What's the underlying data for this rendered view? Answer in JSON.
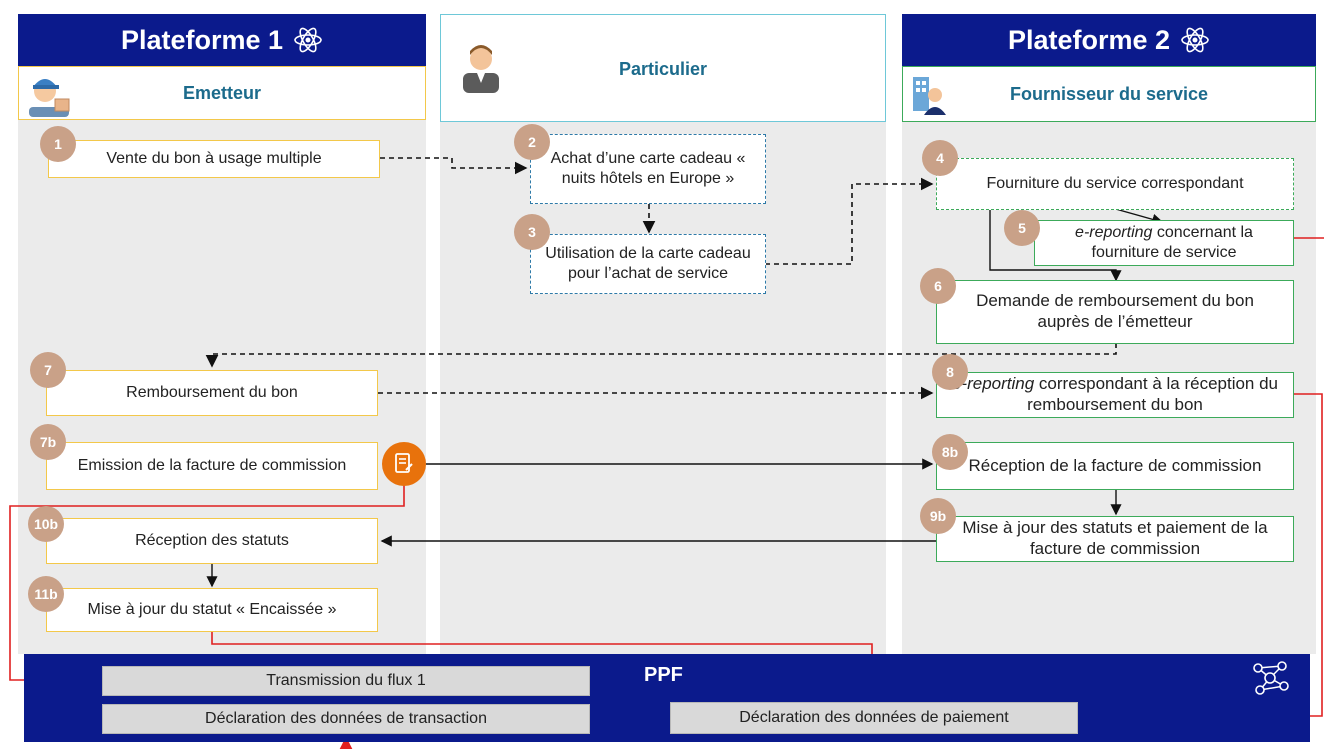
{
  "columns": {
    "platform1": {
      "title": "Plateforme 1",
      "role": "Emetteur"
    },
    "particulier": {
      "title": "Particulier"
    },
    "platform2": {
      "title": "Plateforme 2",
      "role": "Fournisseur du service"
    }
  },
  "steps": [
    {
      "id": "s1",
      "badge": "1",
      "text": "Vente du bon à usage multiple"
    },
    {
      "id": "s2",
      "badge": "2",
      "text": "Achat d’une carte cadeau « nuits hôtels en Europe »"
    },
    {
      "id": "s3",
      "badge": "3",
      "text": "Utilisation de la carte cadeau pour l’achat de service"
    },
    {
      "id": "s4",
      "badge": "4",
      "text": "Fourniture du service correspondant"
    },
    {
      "id": "s5",
      "badge": "5",
      "italic": "e-reporting",
      "text": " concernant la fourniture de service"
    },
    {
      "id": "s6",
      "badge": "6",
      "text": "Demande de remboursement du bon auprès de l’émetteur"
    },
    {
      "id": "s7",
      "badge": "7",
      "text": "Remboursement du bon"
    },
    {
      "id": "s8",
      "badge": "8",
      "italic": "e-reporting",
      "text": " correspondant à la réception du remboursement du bon"
    },
    {
      "id": "s7b",
      "badge": "7b",
      "text": "Emission de la facture de commission"
    },
    {
      "id": "s8b",
      "badge": "8b",
      "text": "Réception de la facture de commission"
    },
    {
      "id": "s9b",
      "badge": "9b",
      "text": "Mise à jour des statuts et paiement de la facture de commission"
    },
    {
      "id": "s10b",
      "badge": "10b",
      "text": "Réception des statuts"
    },
    {
      "id": "s11b",
      "badge": "11b",
      "text": "Mise à jour du statut « Encaissée »"
    }
  ],
  "ppf": {
    "title": "PPF",
    "boxes": [
      "Transmission du flux 1",
      "Déclaration des données de transaction",
      "Déclaration des données de paiement"
    ]
  },
  "colors": {
    "navy": "#0b1a8c",
    "teal": "#1c6b8c",
    "badge": "#c9a188",
    "yellow": "#f3c84a",
    "green": "#3caa5a",
    "red": "#e02020",
    "orange": "#e8720c"
  },
  "icons": [
    "atom-icon",
    "worker-avatar-icon",
    "person-avatar-icon",
    "building-person-icon",
    "invoice-icon",
    "network-icon"
  ]
}
